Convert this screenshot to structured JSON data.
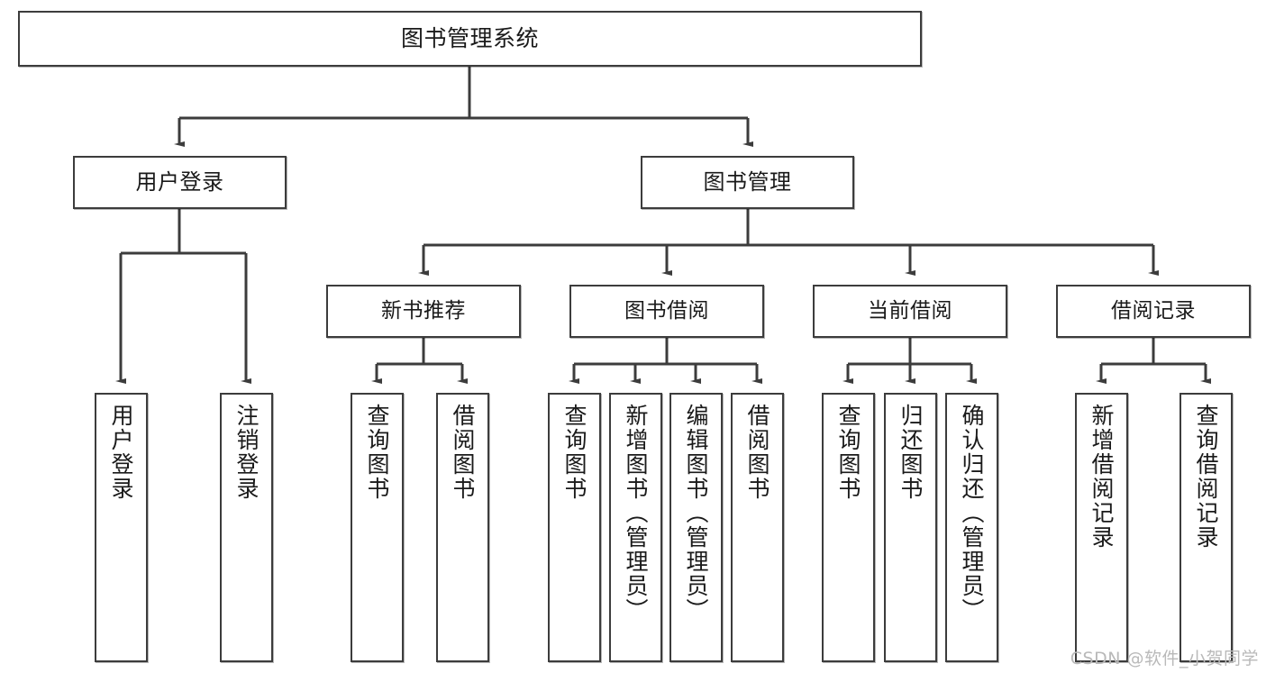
{
  "diagram": {
    "title": "图书管理系统",
    "watermark": "CSDN @软件_小贺同学",
    "root": {
      "label": "图书管理系统"
    },
    "level2": [
      {
        "label": "用户登录"
      },
      {
        "label": "图书管理"
      }
    ],
    "level3": [
      {
        "label": "新书推荐"
      },
      {
        "label": "图书借阅"
      },
      {
        "label": "当前借阅"
      },
      {
        "label": "借阅记录"
      }
    ],
    "leaves": {
      "user_login": [
        {
          "label": "用户登录"
        },
        {
          "label": "注销登录"
        }
      ],
      "new_book_recommend": [
        {
          "label": "查询图书"
        },
        {
          "label": "借阅图书"
        }
      ],
      "book_borrow": [
        {
          "label": "查询图书"
        },
        {
          "label": "新增图书（管理员）"
        },
        {
          "label": "编辑图书（管理员）"
        },
        {
          "label": "借阅图书"
        }
      ],
      "current_borrow": [
        {
          "label": "查询图书"
        },
        {
          "label": "归还图书"
        },
        {
          "label": "确认归还（管理员）"
        }
      ],
      "borrow_record": [
        {
          "label": "新增借阅记录"
        },
        {
          "label": "查询借阅记录"
        }
      ]
    }
  },
  "colors": {
    "stroke": "#3c3c3c",
    "fill": "#ffffff",
    "text": "#1a1a1a",
    "watermark": "#b9b9b9"
  }
}
